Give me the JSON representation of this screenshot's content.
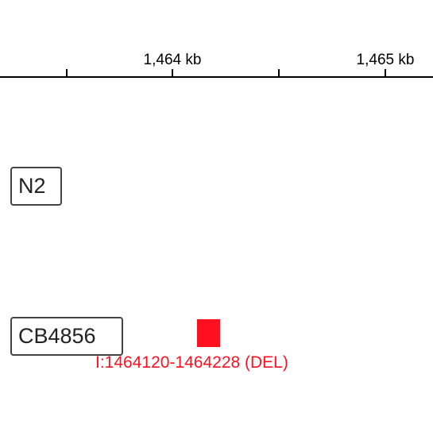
{
  "ruler": {
    "ticks": [
      "",
      "1,464 kb",
      "",
      "1,465 kb"
    ]
  },
  "tracks": [
    {
      "label": "N2"
    },
    {
      "label": "CB4856"
    }
  ],
  "variant": {
    "label": "I:1464120-1464228 (DEL)",
    "color": "#ff1020"
  }
}
